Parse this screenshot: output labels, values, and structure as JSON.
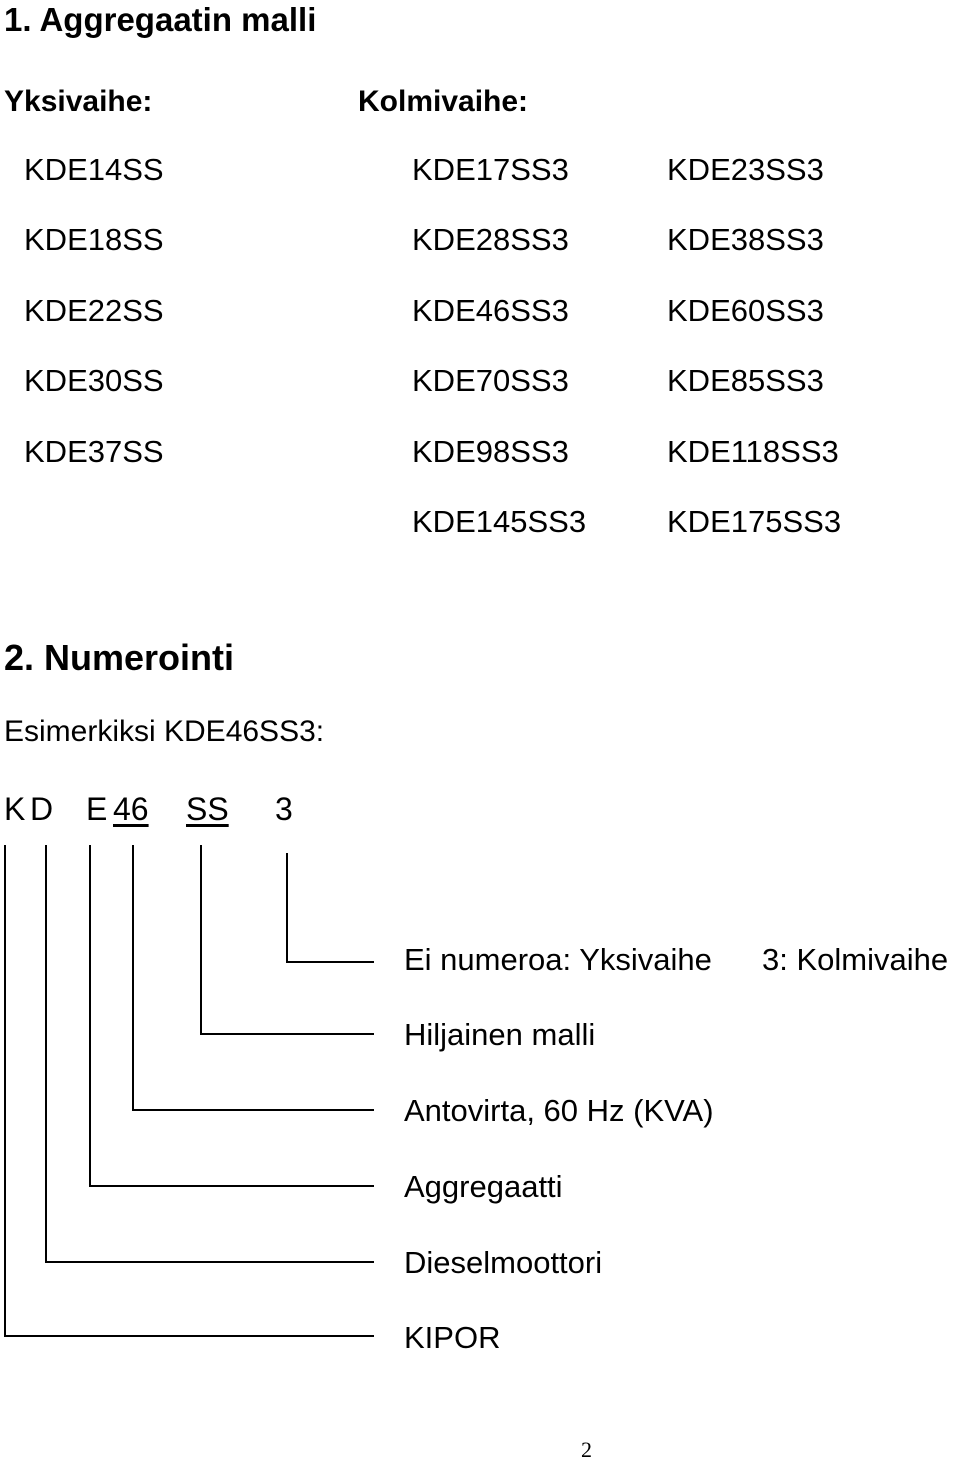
{
  "section1": {
    "title": "1. Aggregaatin malli",
    "single_phase_label": "Yksivaihe:",
    "three_phase_label": "Kolmivaihe:",
    "single_phase_models": [
      "KDE14SS",
      "KDE18SS",
      "KDE22SS",
      "KDE30SS",
      "KDE37SS"
    ],
    "three_phase_models_col1": [
      "KDE17SS3",
      "KDE28SS3",
      "KDE46SS3",
      "KDE70SS3",
      "KDE98SS3",
      "KDE145SS3"
    ],
    "three_phase_models_col2": [
      "KDE23SS3",
      "KDE38SS3",
      "KDE60SS3",
      "KDE85SS3",
      "KDE118SS3",
      "KDE175SS3"
    ]
  },
  "section2": {
    "title": "2. Numerointi",
    "example": "Esimerkiksi KDE46SS3:",
    "code_parts": {
      "k": "K",
      "d": "D",
      "e": "E",
      "num": "46",
      "ss": "SS",
      "three": "3"
    },
    "descriptions": {
      "phase_single": "Ei numeroa: Yksivaihe",
      "phase_three": "3: Kolmivaihe",
      "silent": "Hiljainen malli",
      "output": "Antovirta, 60 Hz (KVA)",
      "generator": "Aggregaatti",
      "diesel": "Dieselmoottori",
      "brand": "KIPOR"
    }
  },
  "page_number": "2"
}
